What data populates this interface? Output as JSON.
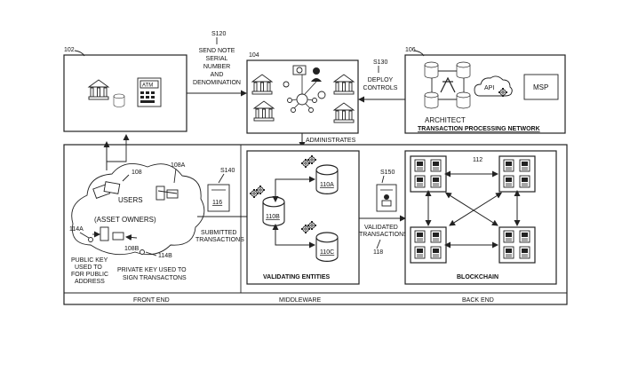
{
  "labels": {
    "s120": "S120",
    "send_note": [
      "SEND NOTE",
      "SERIAL",
      "NUMBER",
      "AND",
      "DENOMINATION"
    ],
    "s130": "S130",
    "deploy": [
      "DEPLOY",
      "CONTROLS"
    ],
    "ref102": "102",
    "ref104": "104",
    "ref106": "106",
    "architect": "ARCHITECT",
    "tpn": "TRANSACTION PROCESSING NETWORK",
    "msp": "MSP",
    "api": "API",
    "atm": "ATM",
    "administrates": "ADMINISTRATES",
    "ref108": "108",
    "ref108a": "108A",
    "users": "USERS",
    "asset_owners": "(ASSET OWNERS)",
    "ref114a": "114A",
    "ref108b": "108B",
    "ref114b": "114B",
    "public_key": [
      "PUBLIC KEY",
      "USED TO",
      "FOR PUBLIC",
      "ADDRESS"
    ],
    "private_key": [
      "PRIVATE KEY USED TO",
      "SIGN TRANSACTONS"
    ],
    "submitted": [
      "SUBMITTED",
      "TRANSACTIONS"
    ],
    "s140": "S140",
    "ref116": "116",
    "ref110a": "110A",
    "ref110b": "110B",
    "ref110c": "110C",
    "validating": "VALIDATING ENTITIES",
    "s150": "S150",
    "validated": [
      "VALIDATED",
      "TRANSACTIONS"
    ],
    "ref118": "118",
    "ref112": "112",
    "blockchain": "BLOCKCHAIN",
    "front_end": "FRONT END",
    "middleware": "MIDDLEWARE",
    "back_end": "BACK END"
  }
}
